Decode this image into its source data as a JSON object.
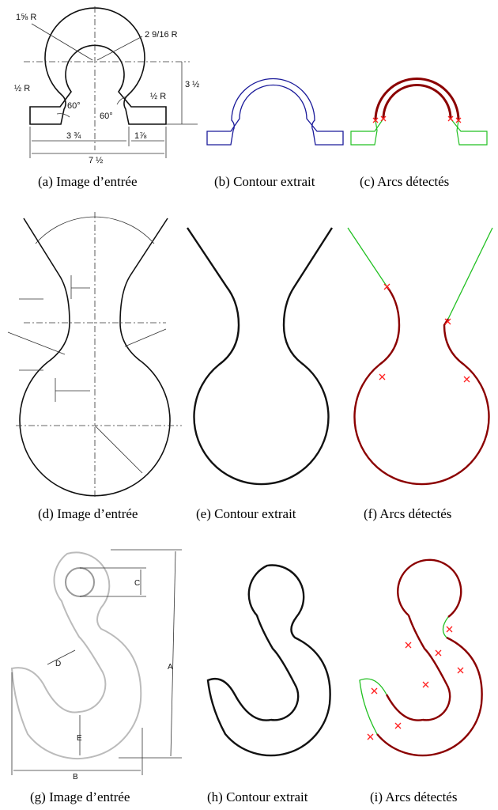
{
  "figure": {
    "captions": {
      "a": "(a)  Image d’entrée",
      "b": "(b)  Contour extrait",
      "c": "(c)  Arcs détectés",
      "d": "(d)  Image d’entrée",
      "e": "(e)  Contour extrait",
      "f": "(f)  Arcs détectés",
      "g": "(g)  Image d’entrée",
      "h": "(h)  Contour extrait",
      "i": "(i)  Arcs détectés"
    },
    "drawing_a": {
      "r_outer": "1⅝ R",
      "r_top": "2 9/16 R",
      "r_left": "½ R",
      "r_right": "½ R",
      "height": "3 ½",
      "angle_left": "60°",
      "angle_right": "60°",
      "w_left": "3 ¾",
      "w_right": "1⅞",
      "w_total": "7 ½"
    },
    "drawing_g": {
      "label_c": "C",
      "label_d": "D",
      "label_e": "E",
      "label_a": "A",
      "label_b": "B"
    },
    "colors": {
      "contour_b": "#1a1a9a",
      "arc": "#8b0000",
      "segment": "#22c022",
      "marker": "#ff2020"
    }
  }
}
